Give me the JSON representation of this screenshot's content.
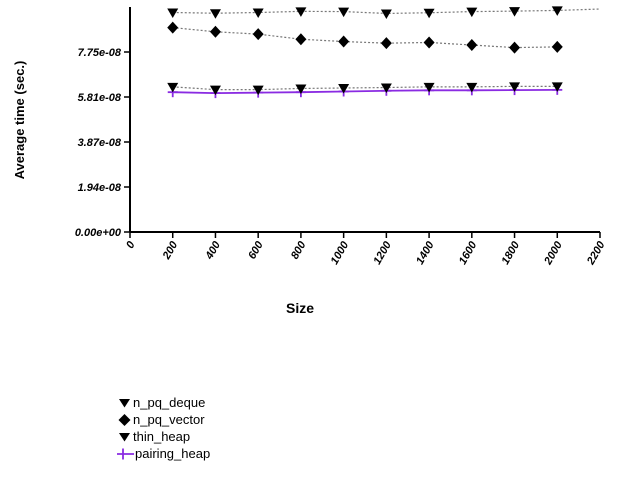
{
  "chart_data": {
    "type": "line",
    "title": "",
    "xlabel": "Size",
    "ylabel": "Average time (sec.)",
    "xlim": [
      0,
      2200
    ],
    "ylim": [
      0,
      9.6875e-08
    ],
    "grid": false,
    "legend_position": "bottom-left",
    "x_ticks": [
      0,
      200,
      400,
      600,
      800,
      1000,
      1200,
      1400,
      1600,
      1800,
      2000,
      2200
    ],
    "y_ticks": [
      {
        "value": 0,
        "label": "0.00e+00"
      },
      {
        "value": 1.9375e-08,
        "label": "1.94e-08"
      },
      {
        "value": 3.875e-08,
        "label": "3.87e-08"
      },
      {
        "value": 5.8125e-08,
        "label": "5.81e-08"
      },
      {
        "value": 7.75e-08,
        "label": "7.75e-08"
      }
    ],
    "x": [
      200,
      400,
      600,
      800,
      1000,
      1200,
      1400,
      1600,
      1800,
      2000
    ],
    "series": [
      {
        "name": "n_pq_deque",
        "marker": "triangle-down",
        "line": "dotted",
        "color": "#000000",
        "line_color": "#777777",
        "values": [
          9.45e-08,
          9.42e-08,
          9.45e-08,
          9.5e-08,
          9.49e-08,
          9.41e-08,
          9.44e-08,
          9.49e-08,
          9.51e-08,
          9.54e-08
        ],
        "line_extend_x": 2200,
        "line_extend_value": 9.6e-08
      },
      {
        "name": "n_pq_vector",
        "marker": "diamond",
        "line": "dotted",
        "color": "#000000",
        "line_color": "#777777",
        "values": [
          8.8e-08,
          8.62e-08,
          8.52e-08,
          8.3e-08,
          8.2e-08,
          8.13e-08,
          8.16e-08,
          8.05e-08,
          7.94e-08,
          7.97e-08
        ]
      },
      {
        "name": "thin_heap",
        "marker": "triangle-down",
        "line": "dotted",
        "color": "#000000",
        "line_color": "#777777",
        "values": [
          6.25e-08,
          6.13e-08,
          6.13e-08,
          6.18e-08,
          6.2e-08,
          6.22e-08,
          6.25e-08,
          6.25e-08,
          6.27e-08,
          6.27e-08
        ]
      },
      {
        "name": "pairing_heap",
        "marker": "plus",
        "line": "solid",
        "color": "#8a2be2",
        "line_color": "#8a2be2",
        "values": [
          6.02e-08,
          5.98e-08,
          6e-08,
          6.02e-08,
          6.05e-08,
          6.08e-08,
          6.1e-08,
          6.1e-08,
          6.11e-08,
          6.12e-08
        ]
      }
    ]
  }
}
